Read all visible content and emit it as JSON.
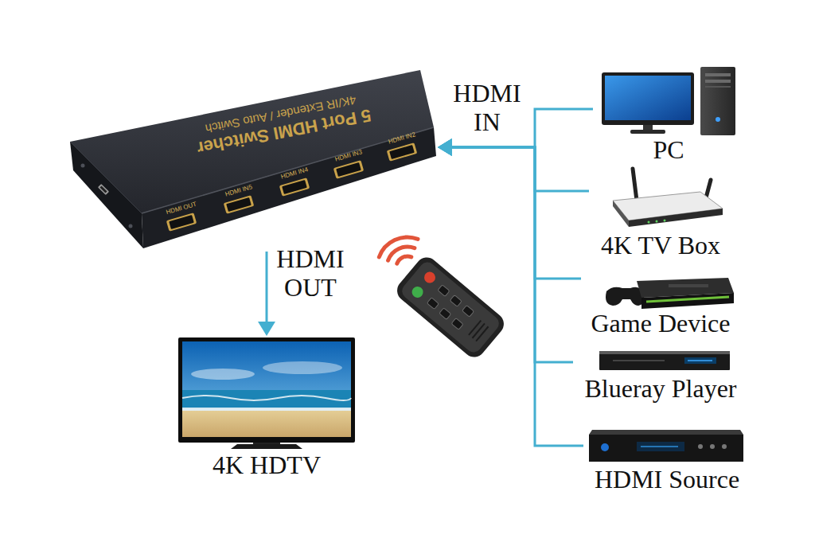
{
  "diagram": {
    "nodes": [
      {
        "text": [
          "5 Port HDMI Switcher",
          "4K/IR Extender / Auto Switch",
          "HDMI OUT",
          "HDMI IN5",
          "HDMI IN4",
          "HDMI IN3",
          "HDMI IN2"
        ]
      },
      {
        "text": [
          "PC"
        ]
      },
      {
        "text": [
          "4K TV Box"
        ]
      },
      {
        "text": [
          "Game Device"
        ]
      },
      {
        "text": [
          "Blueray Player"
        ]
      },
      {
        "text": [
          "HDMI Source"
        ]
      },
      {
        "text": [
          "4K HDTV"
        ]
      }
    ],
    "edges": [
      {
        "from": 1,
        "to": 0,
        "arrow": "to",
        "label": "HDMI IN"
      },
      {
        "from": 2,
        "to": 0,
        "arrow": "to"
      },
      {
        "from": 3,
        "to": 0,
        "arrow": "to"
      },
      {
        "from": 4,
        "to": 0,
        "arrow": "to"
      },
      {
        "from": 5,
        "to": 0,
        "arrow": "to"
      },
      {
        "from": 0,
        "to": 6,
        "arrow": "to",
        "label": "HDMI OUT"
      }
    ]
  }
}
